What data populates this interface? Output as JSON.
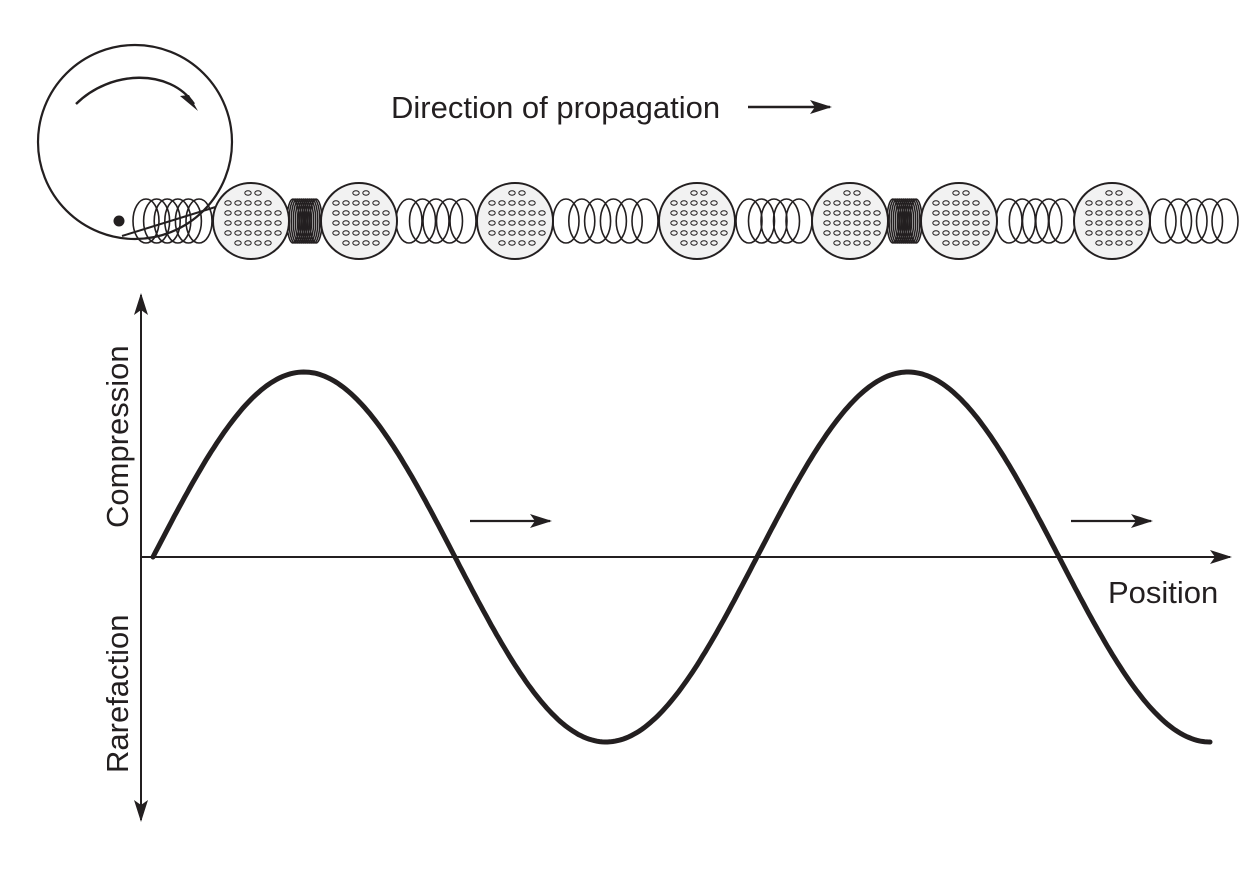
{
  "diagram": {
    "propagation_label": "Direction of propagation",
    "axis": {
      "x_label": "Position",
      "y_label_positive": "Compression",
      "y_label_negative": "Rarefaction"
    },
    "wave": {
      "cycles_shown": 1.75,
      "amplitude_sign_start": "positive"
    },
    "spring_chain": {
      "ball_count": 7,
      "coil_groups": [
        "sparse",
        "dense",
        "sparse",
        "sparse",
        "sparse",
        "dense",
        "sparse",
        "sparse"
      ]
    },
    "colors": {
      "ink": "#231f20",
      "ball_fill": "#f2f2f2",
      "background": "#ffffff"
    }
  }
}
